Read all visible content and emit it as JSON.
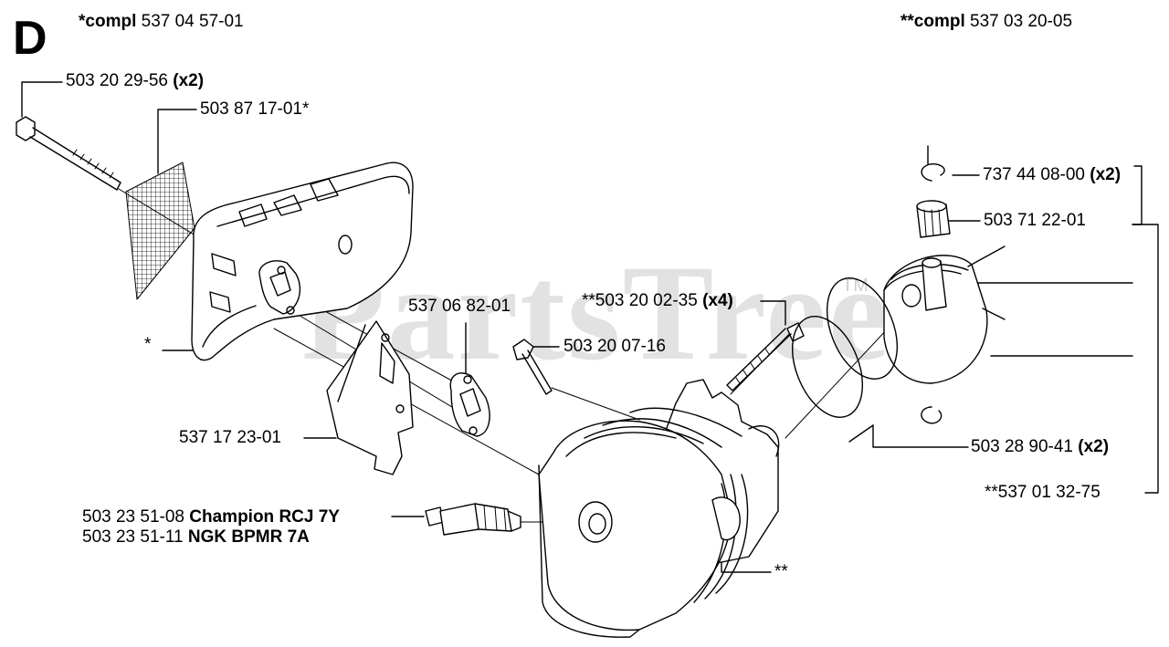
{
  "section": {
    "letter": "D"
  },
  "watermark": {
    "text": "PartsTree",
    "tm": "TM"
  },
  "kits": {
    "left": {
      "prefix": "*compl",
      "number": "537 04 57-01"
    },
    "right": {
      "prefix": "**compl",
      "number": "537 03 20-05"
    }
  },
  "parts": {
    "bolt": {
      "number": "503 20 29-56",
      "qty": "(x2)"
    },
    "screen": {
      "number": "503 87 17-01*"
    },
    "muffler": {
      "number": "*"
    },
    "plate": {
      "number": "537 17 23-01"
    },
    "gasket": {
      "number": "537 06 82-01"
    },
    "screw": {
      "number": "503 20 07-16"
    },
    "stud": {
      "number": "**503 20 02-35",
      "qty": "(x4)"
    },
    "cylinder": {
      "number": "**"
    },
    "circlip": {
      "number": "737 44 08-00",
      "qty": "(x2)"
    },
    "bearing": {
      "number": "503 71 22-01"
    },
    "rings": {
      "number": "503 28 90-41",
      "qty": "(x2)"
    },
    "piston_kit": {
      "number": "**537 01 32-75"
    },
    "spark_plug_1": {
      "number": "503 23 51-08",
      "brand": "Champion RCJ 7Y"
    },
    "spark_plug_2": {
      "number": "503 23 51-11",
      "brand": "NGK BPMR 7A"
    }
  }
}
